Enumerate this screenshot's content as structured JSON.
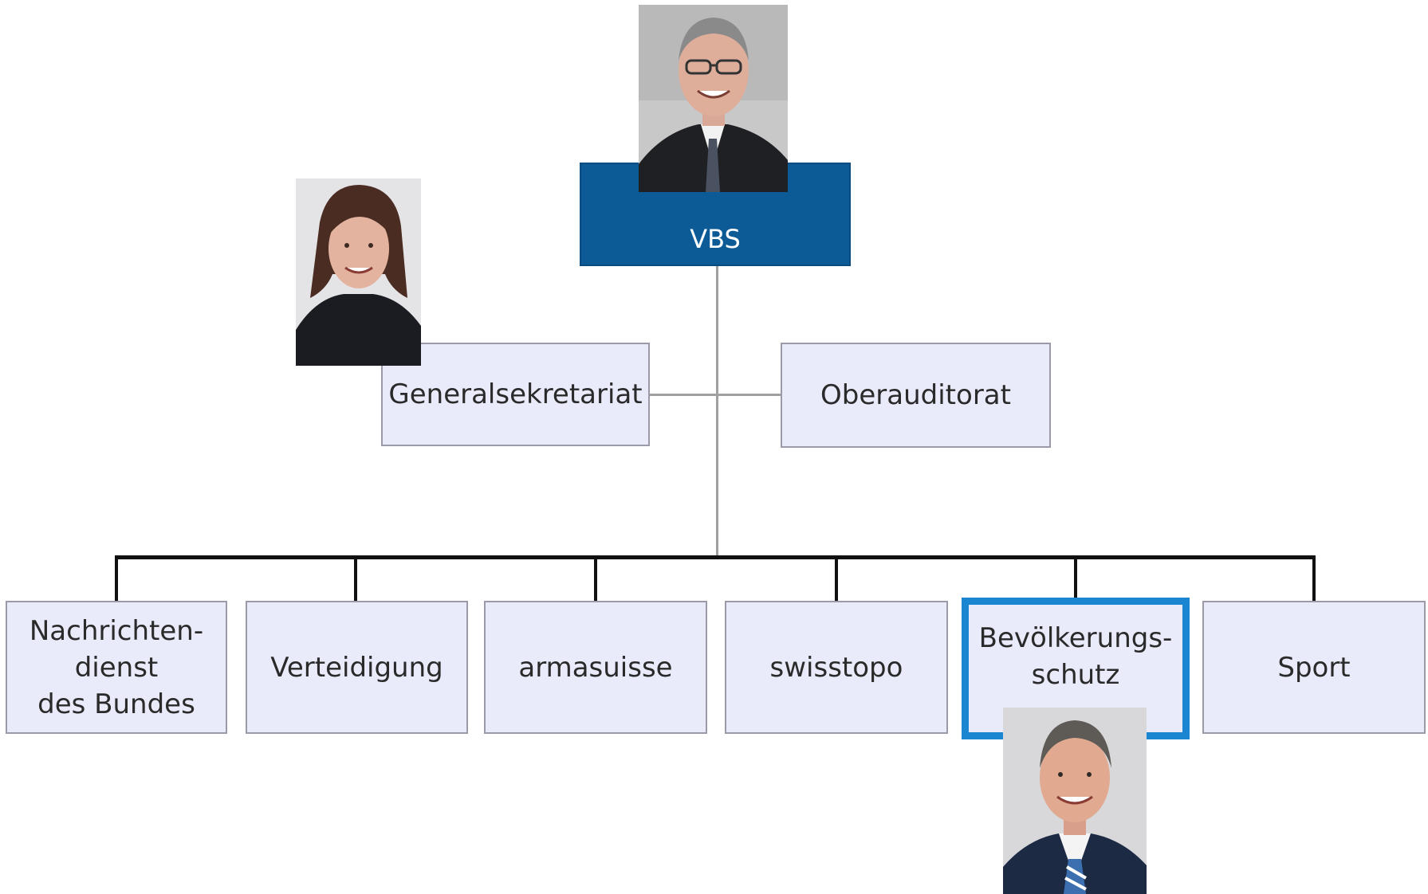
{
  "org": {
    "top": {
      "label": "VBS"
    },
    "staff": [
      {
        "label": "Generalsekretariat"
      },
      {
        "label": "Oberauditorat"
      }
    ],
    "units": [
      {
        "label": "Nachrichten-\ndienst\ndes Bundes"
      },
      {
        "label": "Verteidigung"
      },
      {
        "label": "armasuisse"
      },
      {
        "label": "swisstopo"
      },
      {
        "label": "Bevölkerungs-\nschutz",
        "highlighted": true
      },
      {
        "label": "Sport"
      }
    ]
  },
  "colors": {
    "top_fill": "#0d5b96",
    "box_fill": "#e9ebfa",
    "box_border": "#9a9aa8",
    "highlight_border": "#1a86d2",
    "connector_gray": "#a0a0a0",
    "connector_black": "#111111"
  }
}
